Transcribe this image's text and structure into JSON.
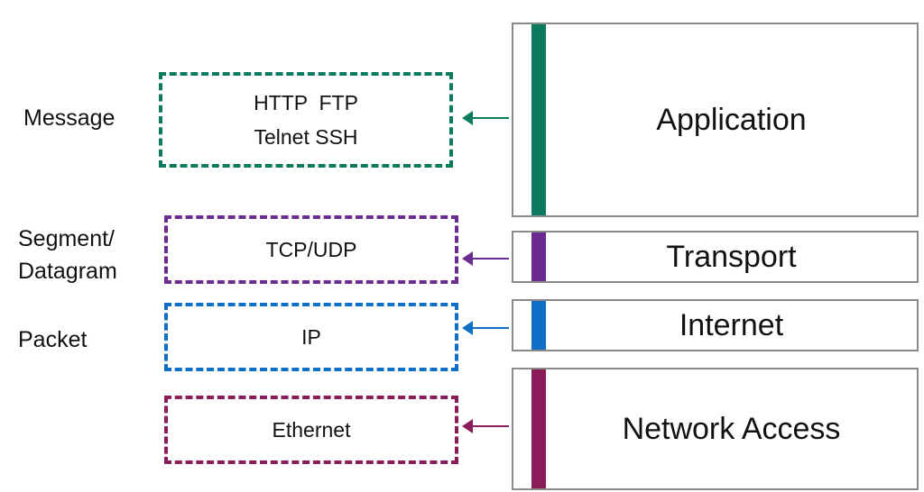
{
  "colors": {
    "application": "#0b7a5f",
    "transport": "#6a2c91",
    "internet": "#0f6fc6",
    "network_access": "#8b1c5a",
    "layer_border": "#8a8a8a"
  },
  "layers": [
    {
      "name": "Application"
    },
    {
      "name": "Transport"
    },
    {
      "name": "Internet"
    },
    {
      "name": "Network Access"
    }
  ],
  "protocols": [
    {
      "lines": [
        "HTTP  FTP",
        "Telnet SSH"
      ]
    },
    {
      "lines": [
        "TCP/UDP"
      ]
    },
    {
      "lines": [
        "IP"
      ]
    },
    {
      "lines": [
        "Ethernet"
      ]
    }
  ],
  "data_units": {
    "message": "Message",
    "segment_line1": "Segment/",
    "segment_line2": "Datagram",
    "packet": "Packet"
  }
}
